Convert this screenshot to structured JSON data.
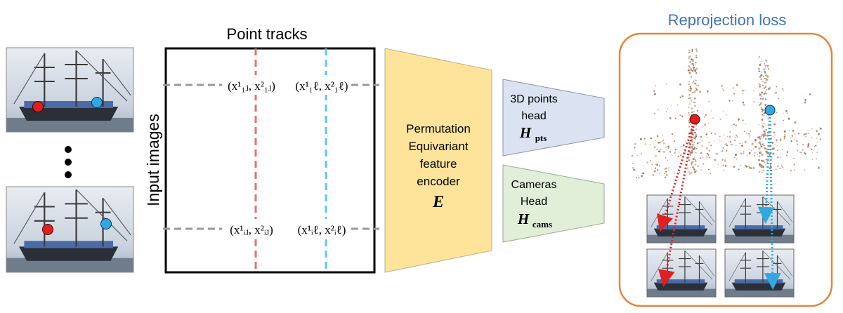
{
  "header": {
    "point_tracks": "Point tracks",
    "reprojection_loss": "Reprojection loss"
  },
  "input_images_label": "Input images",
  "track_labels": {
    "row1": {
      "left": "(x¹₁ⱼ, x²₁ⱼ)",
      "right": "(x¹₁ℓ, x²₁ℓ)"
    },
    "row2": {
      "left": "(x¹ᵢⱼ, x²ᵢⱼ)",
      "right": "(x¹ᵢℓ, x²ᵢℓ)"
    }
  },
  "encoder": {
    "lines": [
      "Permutation",
      "Equivariant",
      "feature",
      "encoder"
    ],
    "symbol": "E"
  },
  "points_head": {
    "lines": [
      "3D points",
      "head"
    ],
    "symbol": "H",
    "subscript": "pts"
  },
  "cameras_head": {
    "lines": [
      "Cameras",
      "Head"
    ],
    "symbol": "H",
    "subscript": "cams"
  },
  "colors": {
    "encoder_fill": "#fde49a",
    "points_head_fill": "#dbe3f3",
    "cameras_head_fill": "#e1efd9",
    "loss_border": "#e2873a",
    "loss_title": "#3f72bd",
    "track_red": "#e87070",
    "track_blue": "#5bc8ec",
    "dot_red": "#e02020",
    "dot_blue": "#33a8e0"
  }
}
